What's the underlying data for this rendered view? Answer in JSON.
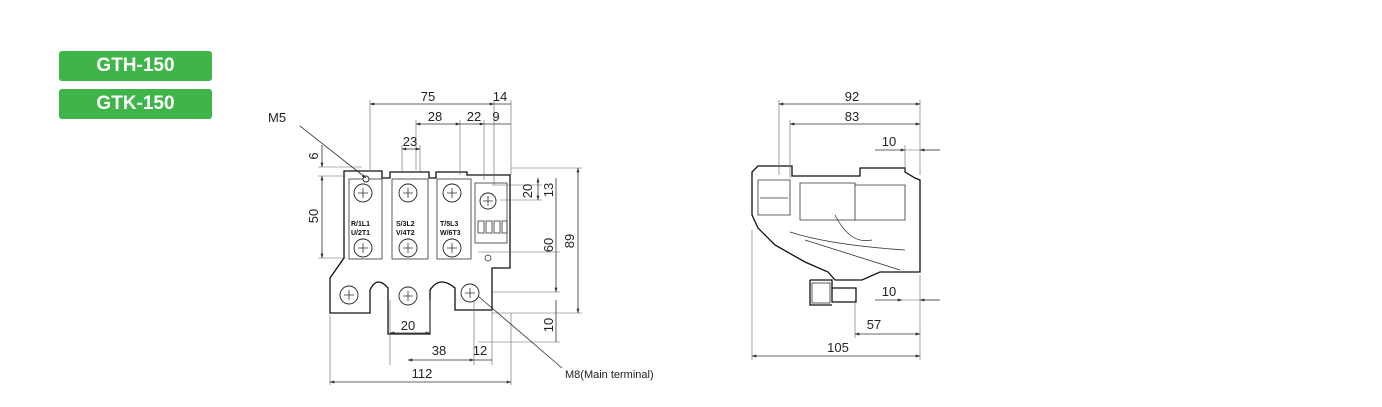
{
  "models": [
    {
      "label": "GTH-150"
    },
    {
      "label": "GTK-150"
    }
  ],
  "colors": {
    "badge": "#3fb549",
    "line": "#333333"
  },
  "front_view": {
    "callouts": {
      "m5": "M5",
      "m8": "M8(Main terminal)"
    },
    "terminals": [
      {
        "top": "R/1L1",
        "bottom": "U/2T1"
      },
      {
        "top": "S/3L2",
        "bottom": "V/4T2"
      },
      {
        "top": "T/5L3",
        "bottom": "W/6T3"
      }
    ],
    "dims": {
      "d75": "75",
      "d14": "14",
      "d28": "28",
      "d22": "22",
      "d9": "9",
      "d23": "23",
      "d6": "6",
      "d50": "50",
      "d20r": "20",
      "d13": "13",
      "d60": "60",
      "d89": "89",
      "d20b": "20",
      "d10": "10",
      "d38": "38",
      "d12": "12",
      "d112": "112"
    }
  },
  "side_view": {
    "dims": {
      "d92": "92",
      "d83": "83",
      "d10t": "10",
      "d10b": "10",
      "d57": "57",
      "d105": "105"
    }
  }
}
